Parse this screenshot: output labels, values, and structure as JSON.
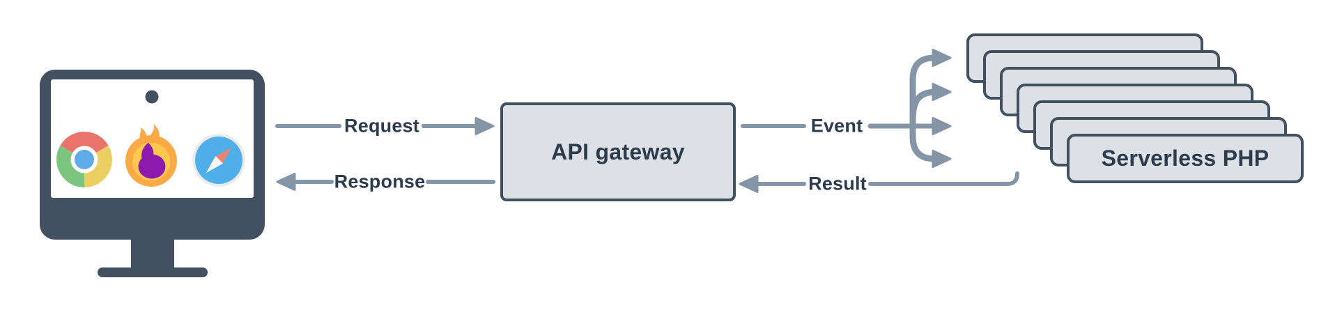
{
  "diagram": {
    "client": {
      "device": "desktop-monitor",
      "browser_icons": [
        "chrome-icon",
        "firefox-icon",
        "safari-icon"
      ]
    },
    "flows": {
      "request": "Request",
      "response": "Response",
      "event": "Event",
      "result": "Result"
    },
    "nodes": {
      "api_gateway": "API gateway",
      "serverless_php": "Serverless PHP",
      "serverless_instance_count": 7,
      "fan_out_arrow_count": 4
    },
    "colors": {
      "slate": "#42505f",
      "arrow": "#8495a7",
      "node_fill": "#dde0e4",
      "node_border": "#42505f",
      "text": "#2d3c4c",
      "background": "#ffffff",
      "chrome_red": "#e9756a",
      "chrome_green": "#7cc57e",
      "chrome_yellow": "#eccf63",
      "chrome_blue": "#5fabe8",
      "firefox_orange": "#f9a945",
      "firefox_light": "#fcc84e",
      "firefox_purple": "#8d19ae",
      "safari_blue": "#4fafe9",
      "safari_needle": "#ee8273"
    }
  }
}
